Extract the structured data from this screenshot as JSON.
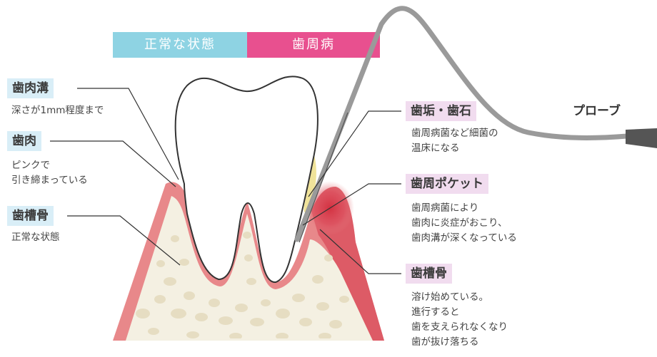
{
  "header": {
    "normal_state": "正常な状態",
    "periodontal_disease": "歯周病"
  },
  "left_labels": [
    {
      "title": "歯肉溝",
      "desc": [
        "深さが1mm程度まで"
      ]
    },
    {
      "title": "歯肉",
      "desc": [
        "ピンクで",
        "引き締まっている"
      ]
    },
    {
      "title": "歯槽骨",
      "desc": [
        "正常な状態"
      ]
    }
  ],
  "right_labels": [
    {
      "title": "歯垢・歯石",
      "desc": [
        "歯周病菌など細菌の",
        "温床になる"
      ]
    },
    {
      "title": "歯周ポケット",
      "desc": [
        "歯周病菌により",
        "歯肉に炎症がおこり、",
        "歯肉溝が深くなっている"
      ]
    },
    {
      "title": "歯槽骨",
      "desc": [
        "溶け始めている。",
        "進行すると",
        "歯を支えられなくなり",
        "歯が抜け落ちる"
      ]
    }
  ],
  "probe_label": "プローブ",
  "colors": {
    "normal_header": "#8ed3e3",
    "disease_header": "#e8508f",
    "left_tag_bg": "#d9eef7",
    "right_tag_bg": "#f1dcef",
    "gum": "#e8888a",
    "gum_inflamed": "#d23a48",
    "bone": "#f4f0e2",
    "bone_cells": "#e6ddc2",
    "plaque": "#f0e39a",
    "probe": "#9a9a9a"
  }
}
